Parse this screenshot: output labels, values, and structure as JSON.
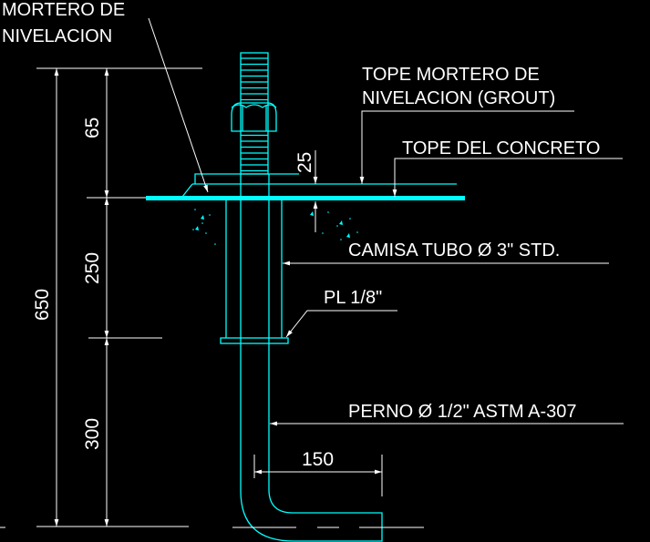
{
  "labels": {
    "mortero_line1": "MORTERO DE",
    "mortero_line2": "NIVELACION",
    "tope_mortero_line1": "TOPE MORTERO DE",
    "tope_mortero_line2": "NIVELACION (GROUT)",
    "tope_concreto": "TOPE DEL CONCRETO",
    "camisa": "CAMISA TUBO Ø 3\" STD.",
    "placa": "PL 1/8\"",
    "perno": "PERNO Ø 1/2\" ASTM A-307"
  },
  "dimensions": {
    "total": "650",
    "top": "65",
    "middle": "250",
    "bottom": "300",
    "grout": "25",
    "hook": "150"
  },
  "colors": {
    "background": "#000000",
    "geometry": "#00ffff",
    "annotation": "#ffffff"
  }
}
